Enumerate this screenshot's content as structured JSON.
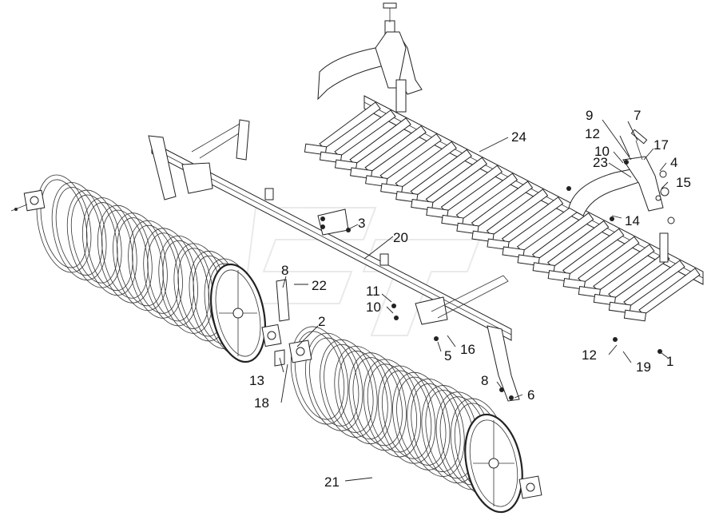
{
  "diagram": {
    "callouts": [
      {
        "id": "c1",
        "label": "1"
      },
      {
        "id": "c2",
        "label": "2"
      },
      {
        "id": "c3",
        "label": "3"
      },
      {
        "id": "c4",
        "label": "4"
      },
      {
        "id": "c5",
        "label": "5"
      },
      {
        "id": "c6",
        "label": "6"
      },
      {
        "id": "c7",
        "label": "7"
      },
      {
        "id": "c8a",
        "label": "8"
      },
      {
        "id": "c8b",
        "label": "8"
      },
      {
        "id": "c9",
        "label": "9"
      },
      {
        "id": "c10a",
        "label": "10"
      },
      {
        "id": "c10b",
        "label": "10"
      },
      {
        "id": "c11",
        "label": "11"
      },
      {
        "id": "c12a",
        "label": "12"
      },
      {
        "id": "c12b",
        "label": "12"
      },
      {
        "id": "c13",
        "label": "13"
      },
      {
        "id": "c14",
        "label": "14"
      },
      {
        "id": "c15",
        "label": "15"
      },
      {
        "id": "c16",
        "label": "16"
      },
      {
        "id": "c17",
        "label": "17"
      },
      {
        "id": "c18",
        "label": "18"
      },
      {
        "id": "c19",
        "label": "19"
      },
      {
        "id": "c20",
        "label": "20"
      },
      {
        "id": "c21",
        "label": "21"
      },
      {
        "id": "c22",
        "label": "22"
      },
      {
        "id": "c23",
        "label": "23"
      },
      {
        "id": "c24",
        "label": "24"
      }
    ]
  }
}
